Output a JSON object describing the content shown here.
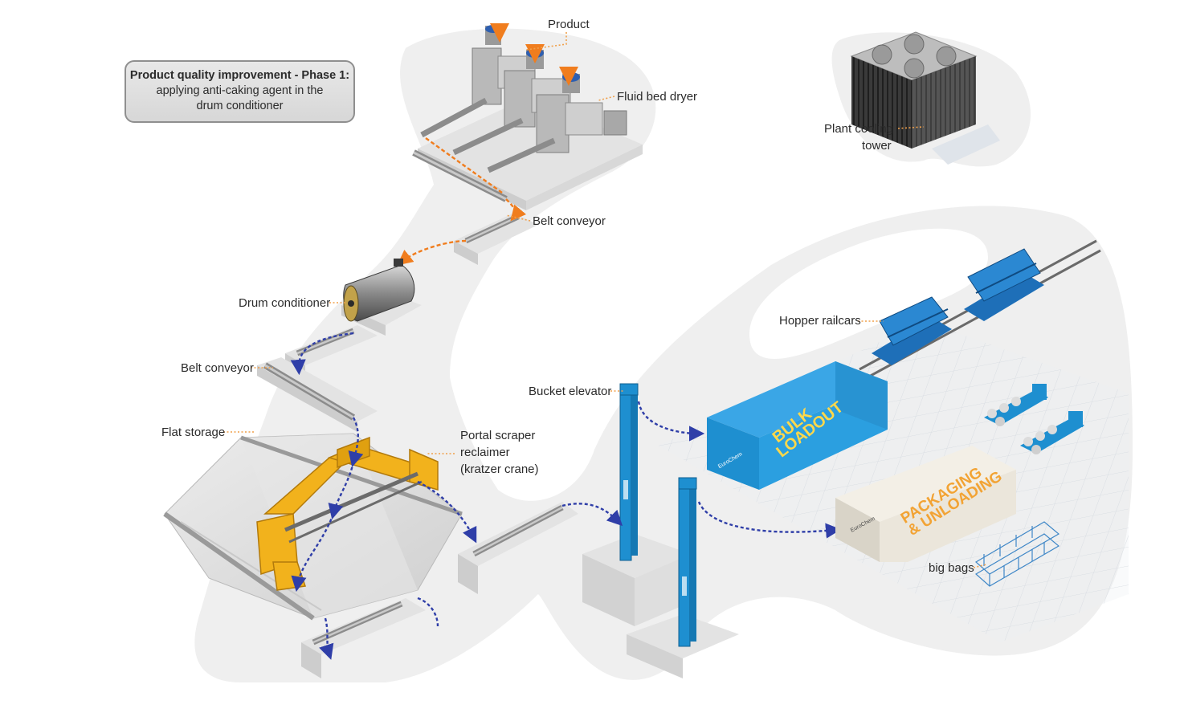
{
  "callout": {
    "title": "Product quality improvement - Phase 1:",
    "body": "applying anti-caking agent in the drum conditioner"
  },
  "labels": {
    "product": "Product",
    "fluid_bed_dryer": "Fluid bed dryer",
    "plant_cooling_tower_line1": "Plant cooling",
    "plant_cooling_tower_line2": "tower",
    "belt_conveyor_top": "Belt conveyor",
    "drum_conditioner": "Drum conditioner",
    "belt_conveyor_left": "Belt conveyor",
    "flat_storage": "Flat storage",
    "portal_line1": "Portal scraper",
    "portal_line2": "reclaimer",
    "portal_line3": "(kratzer crane)",
    "bucket_elevator": "Bucket elevator",
    "hopper_railcars": "Hopper railcars",
    "big_bags": "big bags"
  },
  "buildings": {
    "bulk_line1": "BULK",
    "bulk_line2": "LOADOUT",
    "pack_line1": "PACKAGING",
    "pack_line2": "& UNLOADING",
    "brand": "EuroChem"
  },
  "colors": {
    "flow_orange": "#f07d1e",
    "flow_blue": "#2f3ea8",
    "equipment_blue": "#1e8fd0",
    "crane_yellow": "#f2b21c",
    "leader_orange": "#f0a04b",
    "floor_grey": "#efefef"
  }
}
